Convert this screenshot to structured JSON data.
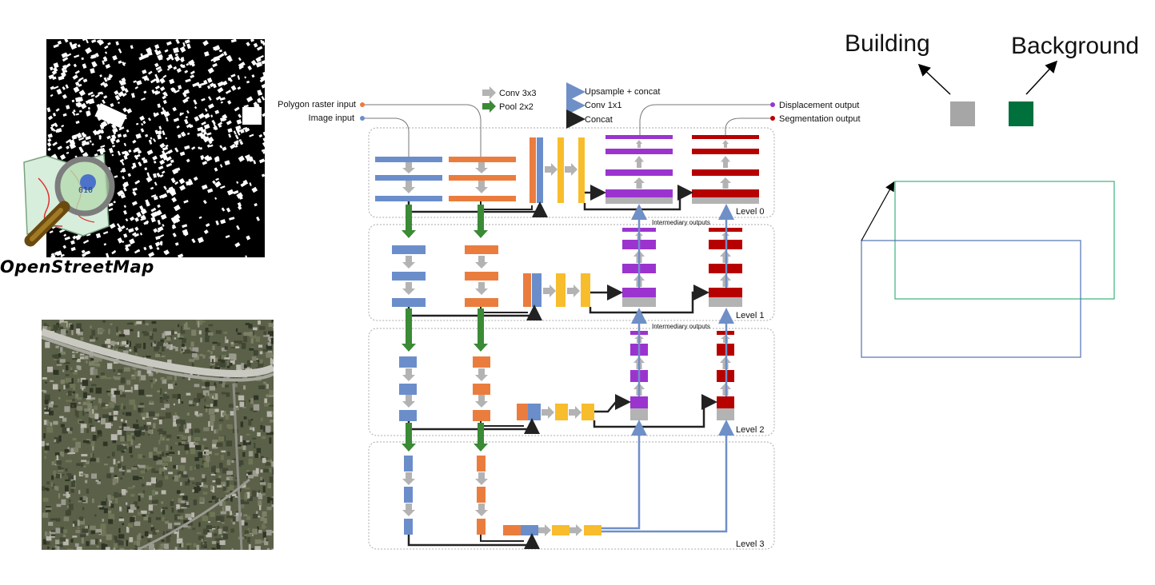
{
  "logo": {
    "text": "OpenStreetMap"
  },
  "legend_top": {
    "building_label": "Building",
    "background_label": "Background",
    "building_color": "#a6a6a6",
    "background_color": "#00703c"
  },
  "diagram": {
    "inputs": {
      "polygon_raster": "Polygon raster input",
      "image": "Image input"
    },
    "ops": {
      "conv3": "Conv 3x3",
      "pool": "Pool 2x2",
      "upsample": "Upsample + concat",
      "conv1": "Conv 1x1",
      "concat": "Concat"
    },
    "outputs": {
      "displacement": "Displacement output",
      "segmentation": "Segmentation output"
    },
    "intermediary_1": "Intermediary outputs",
    "intermediary_2": "Intermediary outputs",
    "levels": [
      "Level 0",
      "Level 1",
      "Level 2",
      "Level 3"
    ],
    "colors": {
      "image_branch": "#6b8ecb",
      "polygon_branch": "#ea7d3e",
      "conv_block": "#f8bd2c",
      "displacement": "#9b34cf",
      "segmentation": "#b70000",
      "pool": "#3a8a36",
      "conv3": "#b3b3b3",
      "upsample": "#6f8fc7"
    }
  }
}
